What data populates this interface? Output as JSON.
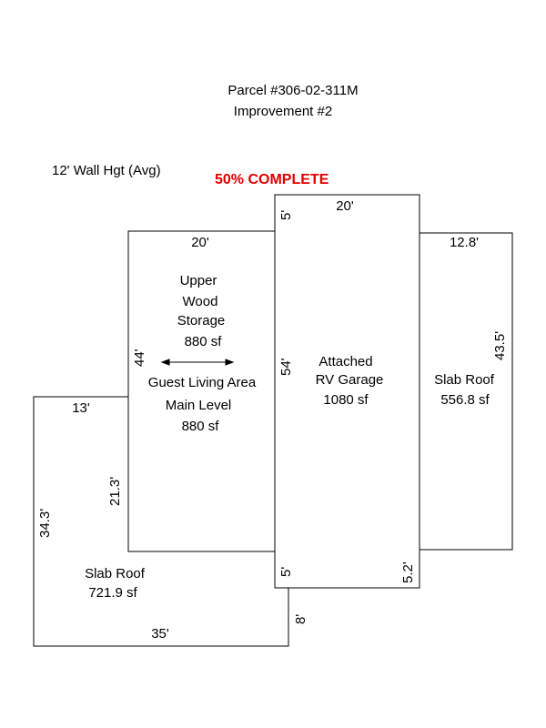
{
  "header": {
    "parcel": "Parcel #306-02-311M",
    "improvement": "Improvement #2"
  },
  "wall_height": "12' Wall Hgt (Avg)",
  "status": {
    "text": "50% COMPLETE",
    "color": "#e00000"
  },
  "areas": {
    "upper": {
      "line1": "Upper",
      "line2": "Wood",
      "line3": "Storage",
      "area": "880 sf"
    },
    "guest": {
      "line1": "Guest Living Area",
      "line2": "Main Level",
      "area": "880 sf"
    },
    "garage": {
      "line1": "Attached",
      "line2": "RV Garage",
      "area": "1080 sf"
    },
    "slab_right": {
      "line1": "Slab Roof",
      "area": "556.8 sf"
    },
    "slab_left": {
      "line1": "Slab Roof",
      "area": "721.9 sf"
    }
  },
  "dimensions": {
    "living_top": "20'",
    "garage_top": "20'",
    "slab_right_top": "12.8'",
    "slab_left_top": "13'",
    "slab_left_bottom": "35'",
    "living_side": "44'",
    "garage_side": "54'",
    "slab_right_side": "43.5'",
    "slab_left_inner": "21.3'",
    "slab_left_side": "34.3'",
    "garage_offset_top": "5'",
    "garage_offset_bottom": "5'",
    "garage_right_offset": "5.2'",
    "slab_left_offset": "8'"
  }
}
